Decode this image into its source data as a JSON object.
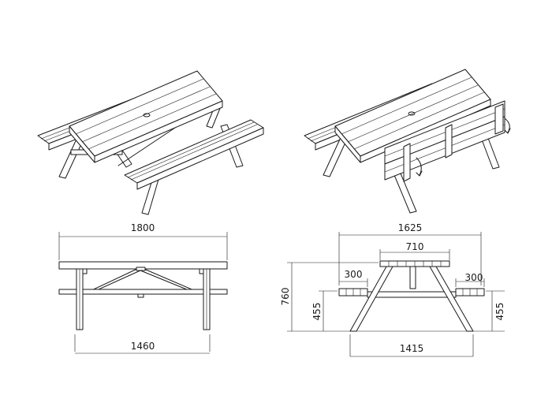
{
  "dimensions": {
    "side_top": "1800",
    "side_bottom": "1460",
    "end_top": "1625",
    "end_table": "710",
    "end_left_bench": "300",
    "end_right_bench": "300",
    "end_total_height": "760",
    "end_left_seat_height": "455",
    "end_right_seat_height": "455",
    "end_bottom": "1415"
  }
}
